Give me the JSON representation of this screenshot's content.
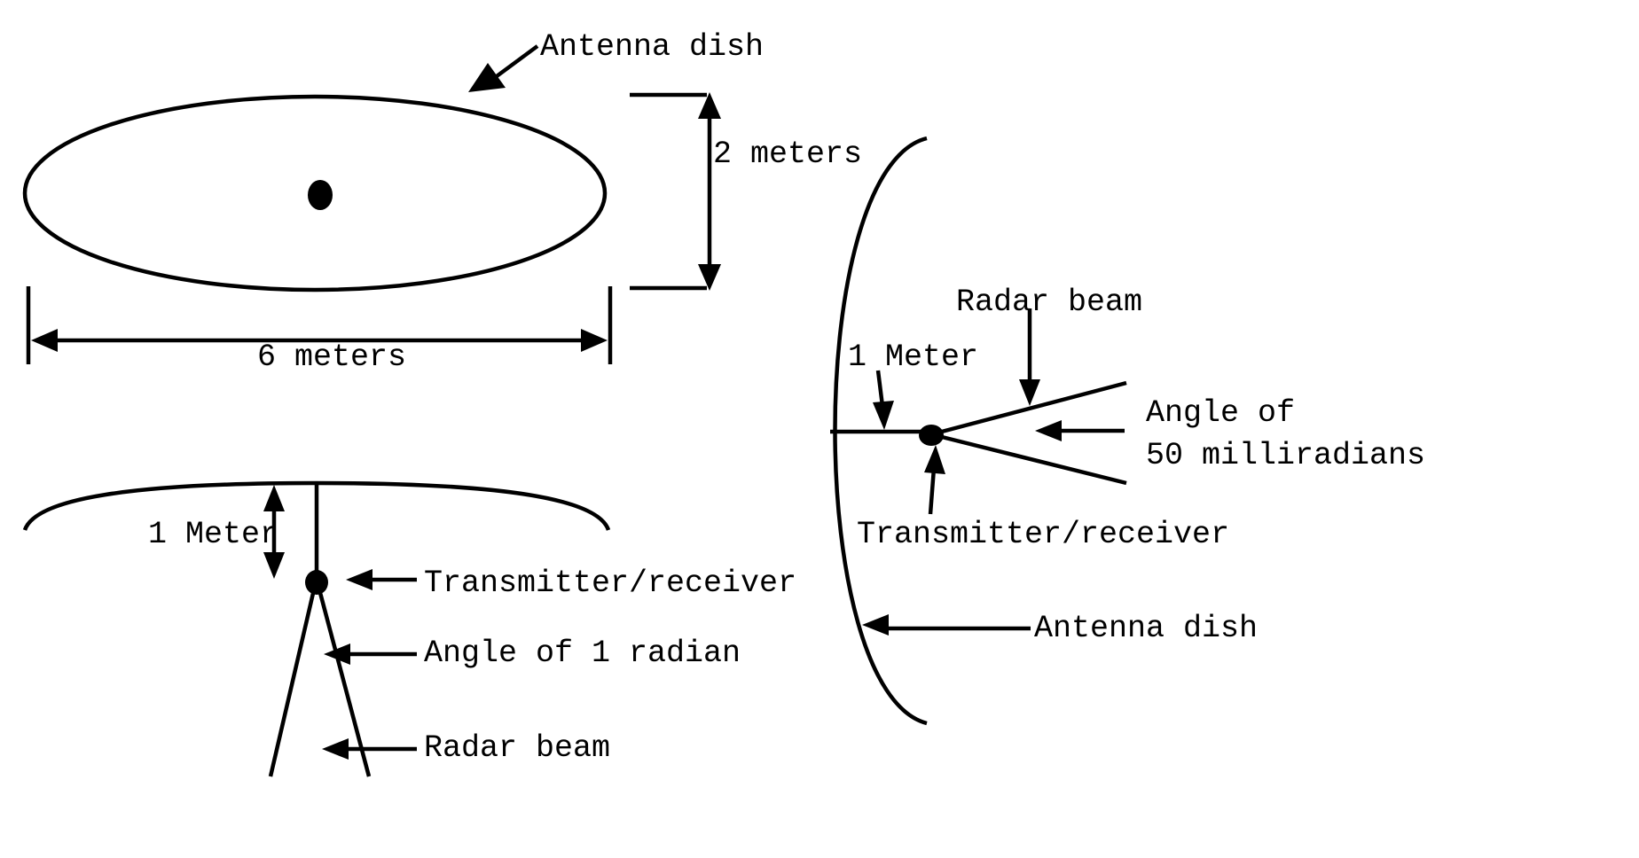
{
  "top_view": {
    "dish_label": "Antenna dish",
    "height_label": "2 meters",
    "width_label": "6 meters"
  },
  "side_view": {
    "height_label": "1 Meter",
    "transmitter_label": "Transmitter/receiver",
    "angle_label": "Angle of 1 radian",
    "beam_label": "Radar beam"
  },
  "end_view": {
    "beam_label": "Radar beam",
    "height_label": "1 Meter",
    "angle_label_line1": "Angle of",
    "angle_label_line2": "50 milliradians",
    "transmitter_label": "Transmitter/receiver",
    "dish_label": "Antenna dish"
  }
}
